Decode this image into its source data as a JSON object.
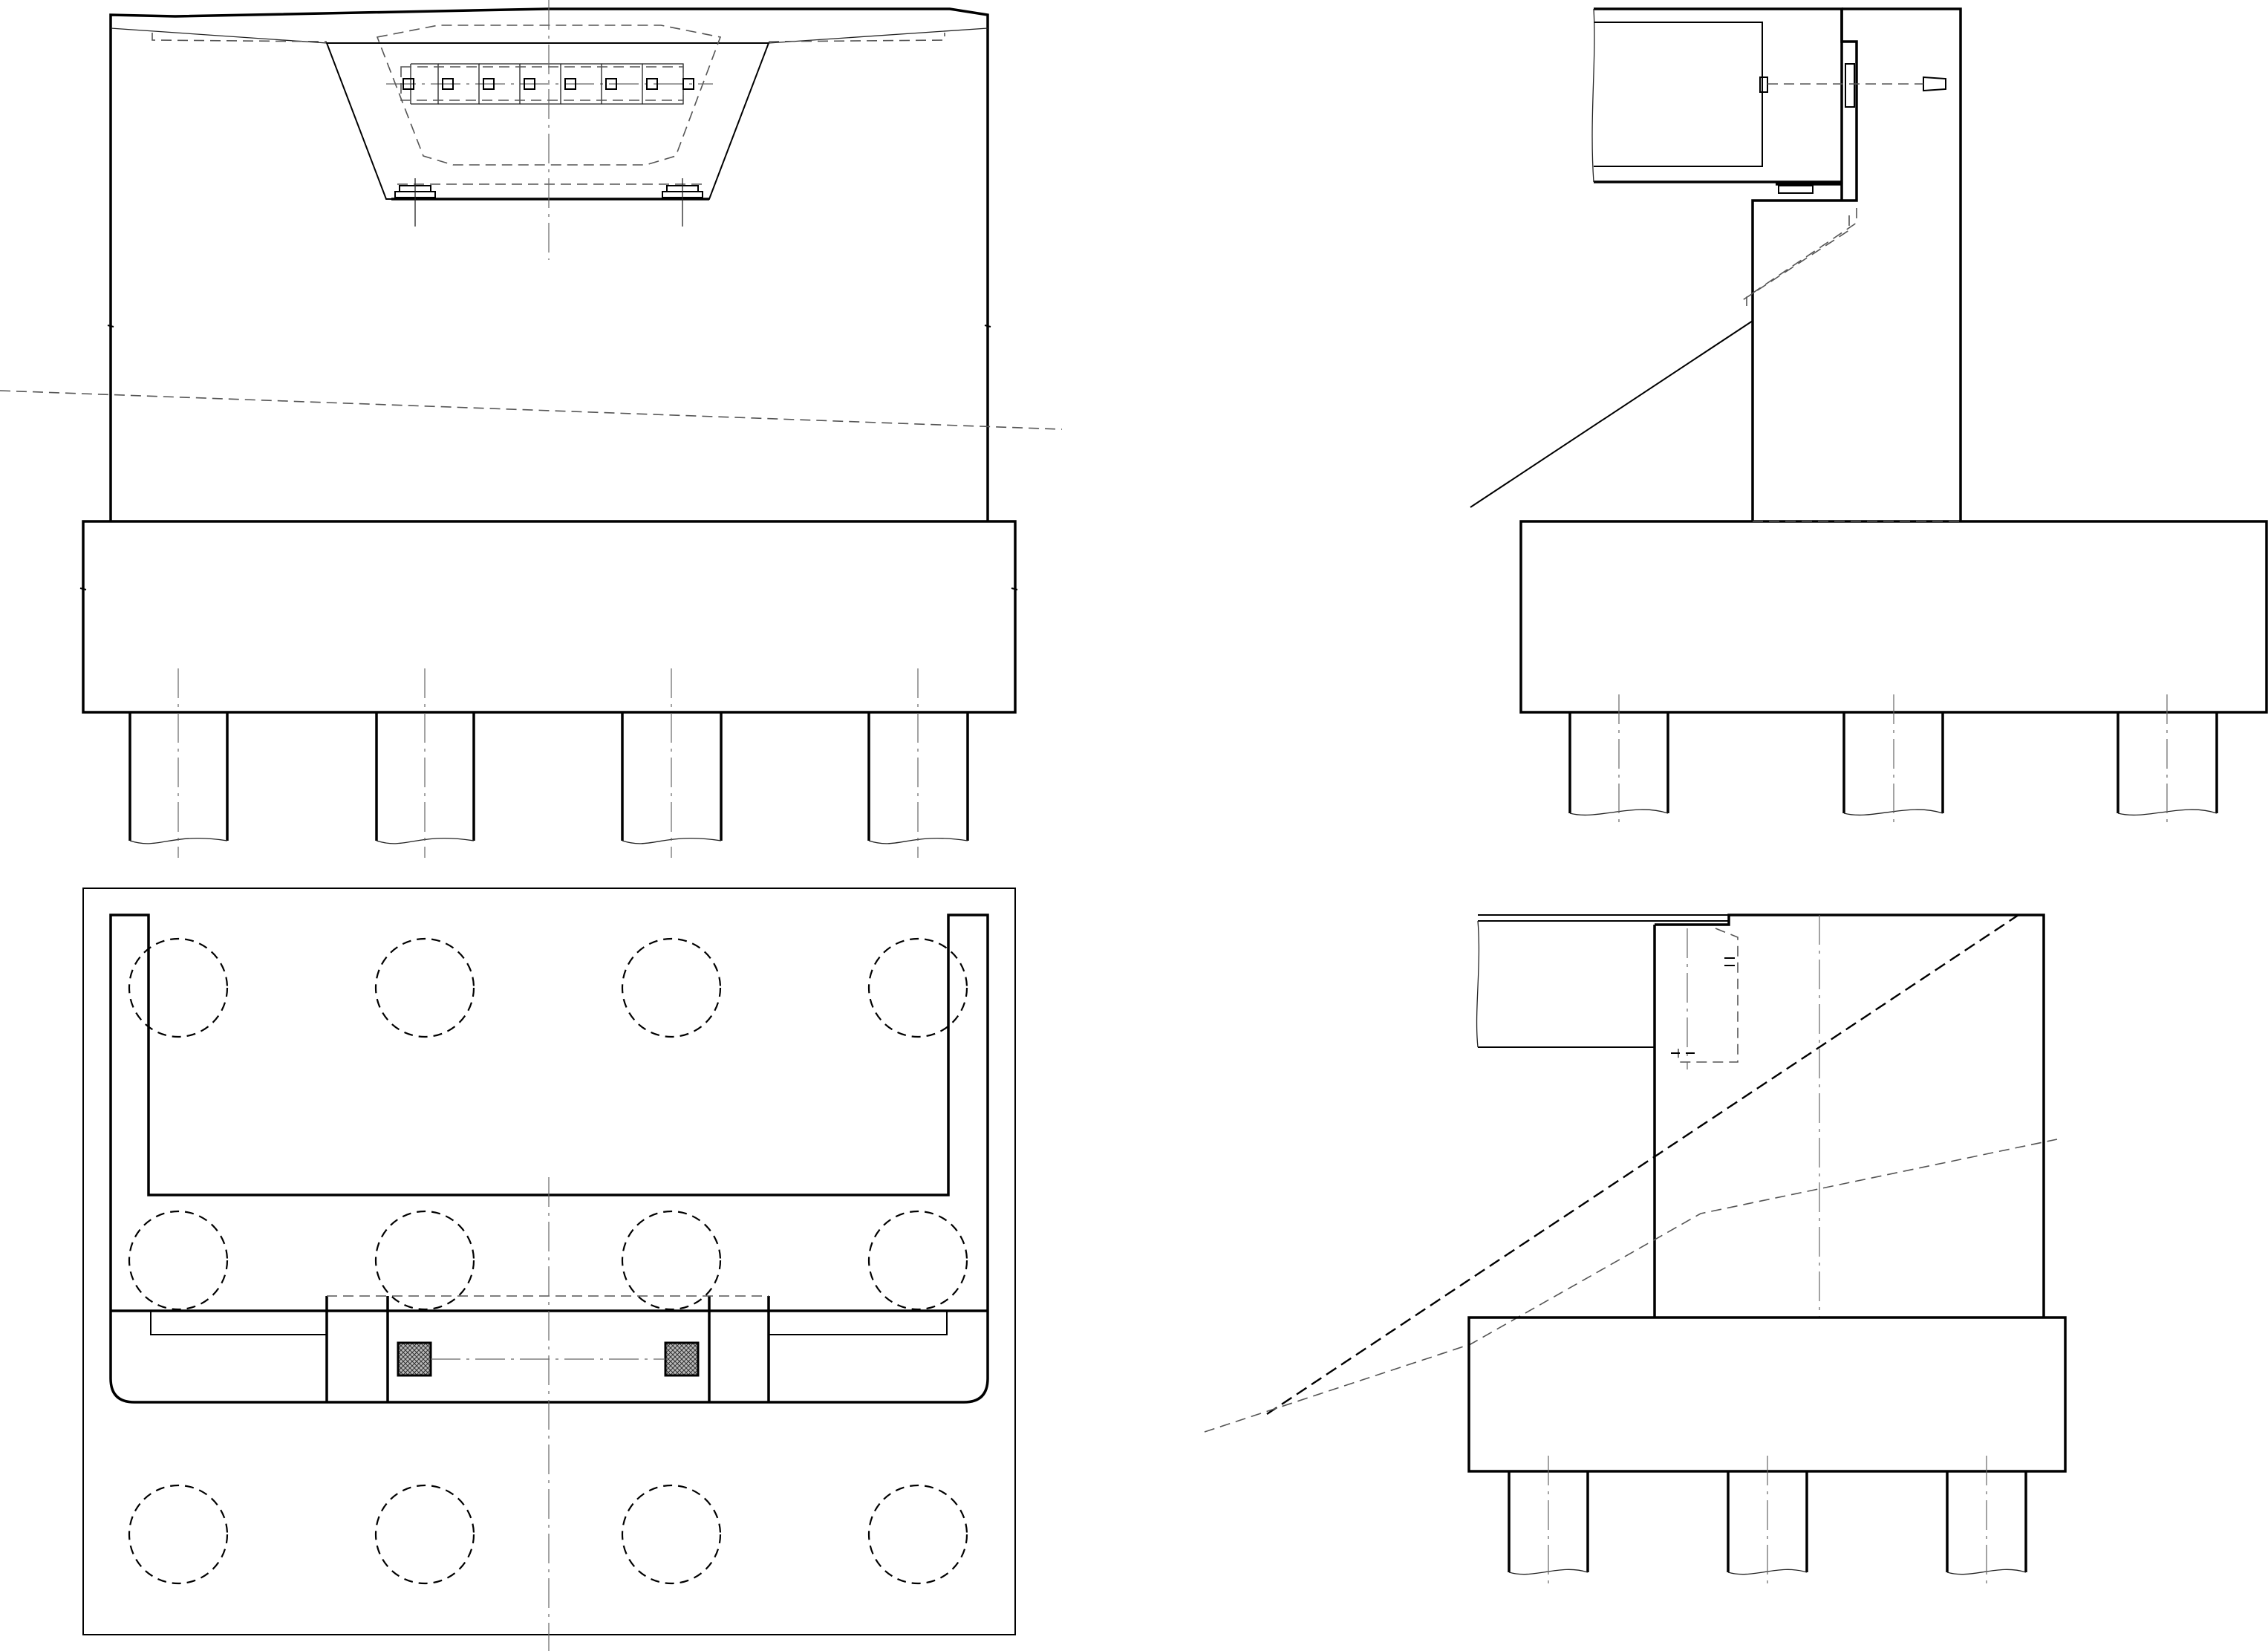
{
  "drawing": {
    "views": [
      "front-elevation",
      "plan-view",
      "side-section-upper",
      "side-section-lower"
    ],
    "text": []
  }
}
